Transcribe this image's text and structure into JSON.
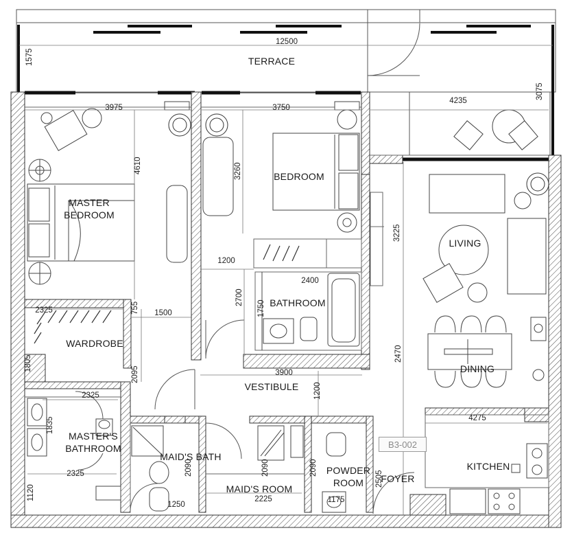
{
  "rooms": {
    "terrace": "TERRACE",
    "master_bedroom_1": "MASTER",
    "master_bedroom_2": "BEDROOM",
    "bedroom": "BEDROOM",
    "living": "LIVING",
    "bathroom": "BATHROOM",
    "wardrobe": "WARDROBE",
    "dining": "DINING",
    "vestibule": "VESTIBULE",
    "masters_bathroom_1": "MASTER'S",
    "masters_bathroom_2": "BATHROOM",
    "maids_bath": "MAID'S BATH",
    "maids_room": "MAID'S ROOM",
    "powder_room_1": "POWDER",
    "powder_room_2": "ROOM",
    "foyer": "FOYER",
    "kitchen": "KITCHEN"
  },
  "unit_tag": "B3-002",
  "dimensions": {
    "terrace_width": "12500",
    "terrace_depth": "1575",
    "master_width": "3975",
    "bedroom_width": "3750",
    "balcony_width": "4235",
    "balcony_depth": "3075",
    "master_depth": "4610",
    "bedroom_depth": "3260",
    "living_depth": "3225",
    "closet_width": "1200",
    "bath_width": "2400",
    "bath_depth": "2700",
    "bath_inner": "1750",
    "wardrobe_width": "2325",
    "wardrobe_depth": "755",
    "corridor_width": "1500",
    "wardrobe_height": "1805",
    "hall_depth": "2095",
    "vestibule_width": "3900",
    "vestibule_depth": "1200",
    "dining_depth": "2470",
    "mbath_width": "2325",
    "mbath_depth": "1835",
    "kitchen_width": "4275",
    "mbath_width_2": "2325",
    "maids_bath_depth": "2090",
    "maids_room_depth": "2090",
    "powder_depth": "2090",
    "foyer_depth": "2505",
    "maids_room_width": "2225",
    "maids_bath_width": "1250",
    "powder_width": "1175",
    "corner_depth": "1120"
  }
}
